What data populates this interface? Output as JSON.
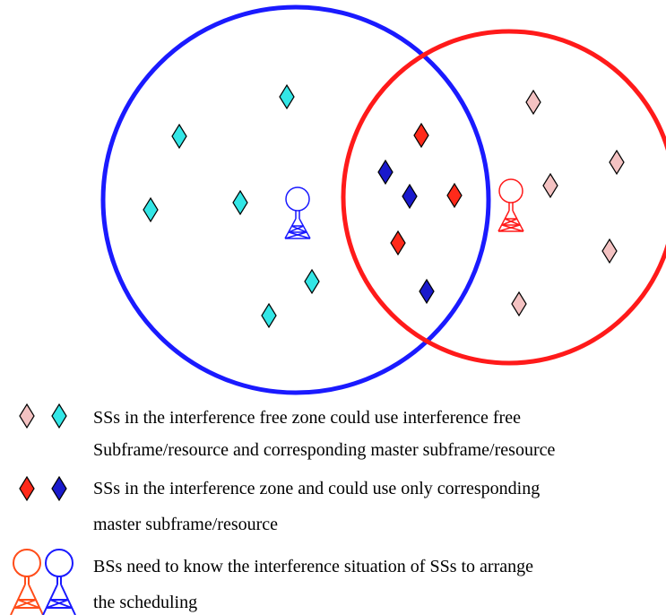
{
  "colors": {
    "blue_cell": "#1a1aff",
    "red_cell": "#ff1a1a",
    "cyan_ss": "#33e6e6",
    "pink_ss": "#f4c2c2",
    "red_ss": "#ff2a1a",
    "blue_ss": "#1a1acc",
    "bs_legend_orange": "#ff4d1a",
    "bs_legend_blue": "#1a1aff"
  },
  "icons": {
    "subscriber_station": "diamond-marker-icon",
    "base_station": "antenna-tower-icon"
  },
  "legend": {
    "free_zone": {
      "line1": "SSs in the interference free zone  could use interference free",
      "line2": "Subframe/resource and corresponding master subframe/resource"
    },
    "interference_zone": {
      "line1": "SSs in the interference zone and could use only corresponding",
      "line2": "master subframe/resource"
    },
    "base_stations": {
      "line1": "BSs need to know the interference situation of SSs to arrange",
      "line2": "the scheduling"
    }
  }
}
